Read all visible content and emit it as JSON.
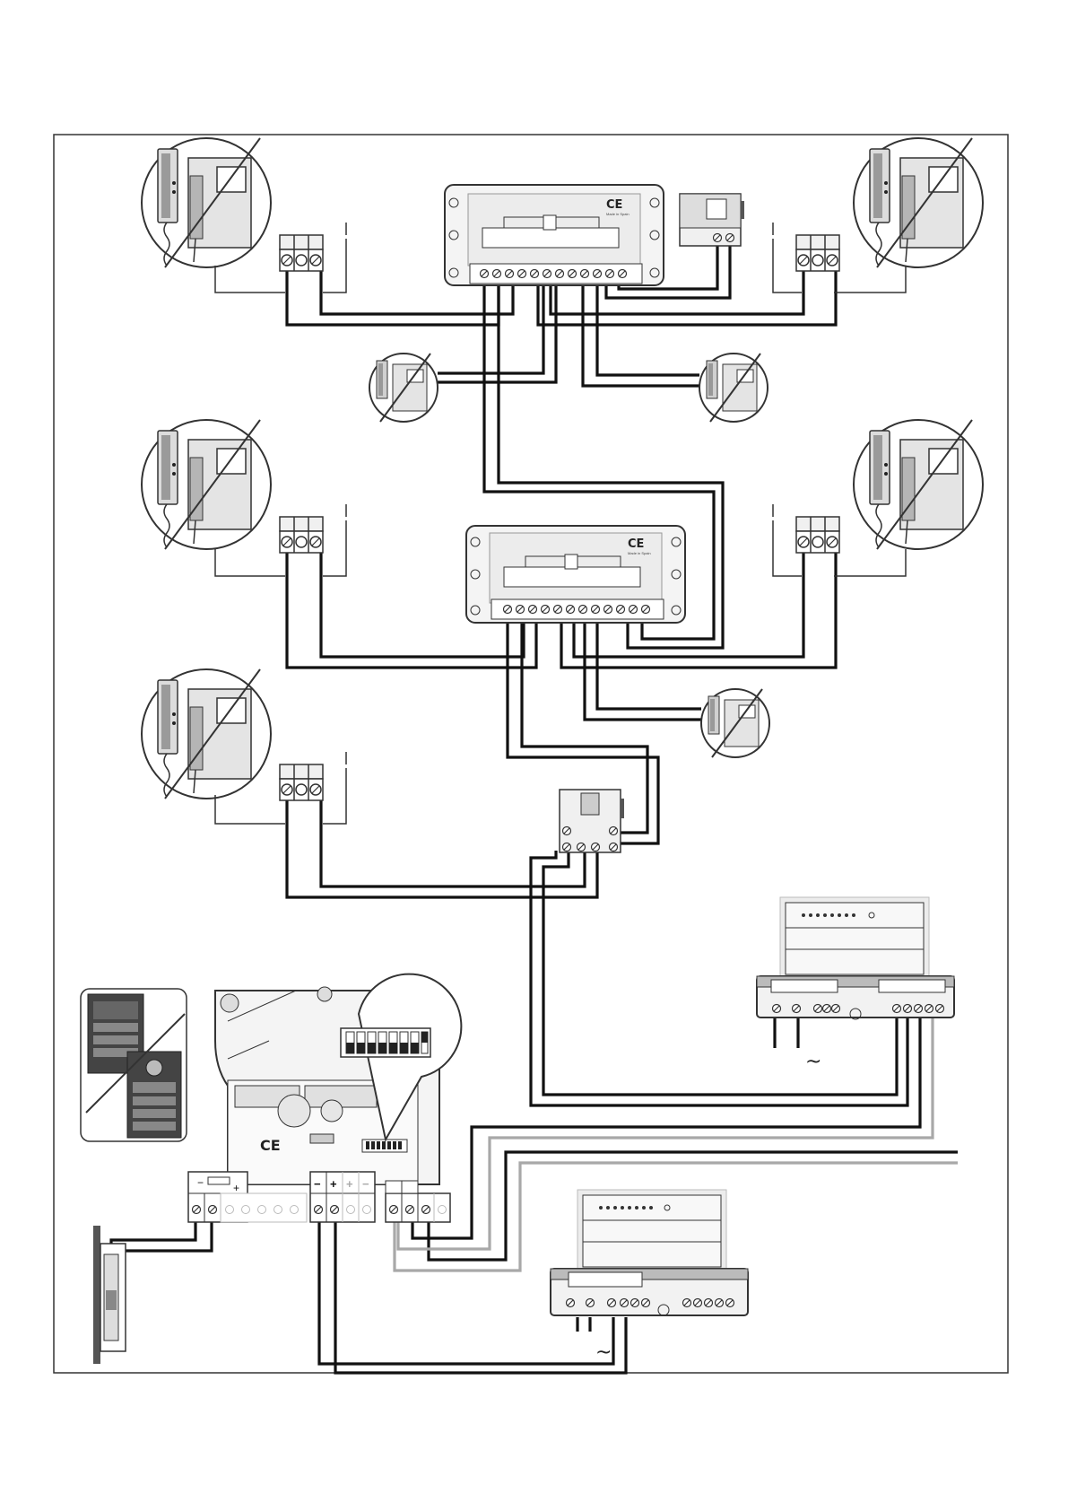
{
  "colors": {
    "wire": "#111111",
    "wire_grey": "#a8a8a8",
    "frame": "#333333",
    "device_fill": "#f4f4f4",
    "device_shade": "#d7d7d7",
    "dark": "#2c2c2c"
  },
  "icons": {
    "handset_monitor": "handset-monitor-icon",
    "terminal_block": "terminal-block-icon",
    "distributor": "distributor-icon",
    "derivation": "derivation-icon",
    "power_supply": "power-supply-icon",
    "door_panel": "door-panel-icon",
    "door_lock": "door-lock-icon",
    "dip_switch": "dip-switch-icon"
  },
  "distributor_top": {
    "ce_mark": "CE",
    "made_in": "Made in Spain"
  },
  "distributor_mid": {
    "ce_mark": "CE",
    "made_in": "Made in Spain"
  },
  "panel": {
    "ce_mark": "CE"
  },
  "power_upper": {
    "ac_symbol": "~"
  },
  "power_lower": {
    "ac_symbol": "~"
  },
  "lock_terminal": {
    "minus": "−",
    "plus": "+"
  },
  "power_terminal": {
    "t1": "−",
    "t2": "+",
    "t3": "+",
    "t4": "−"
  }
}
